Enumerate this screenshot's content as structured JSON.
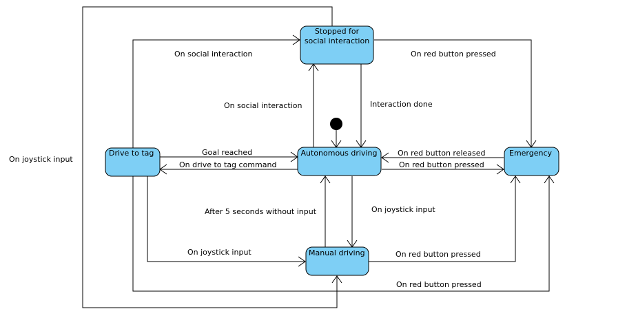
{
  "diagram": {
    "state_fill": "#7ecff5",
    "states": {
      "stopped": {
        "line1": "Stopped for",
        "line2": "social interaction"
      },
      "drive_to_tag": "Drive to tag",
      "autonomous": "Autonomous driving",
      "emergency": "Emergency",
      "manual": "Manual driving"
    },
    "transitions": {
      "drive_to_stopped": "On social interaction",
      "auto_to_stopped": "On social interaction",
      "stopped_to_auto": "Interaction done",
      "stopped_to_emergency": "On red button pressed",
      "drive_to_auto": "Goal reached",
      "auto_to_drive": "On drive to tag command",
      "emergency_to_auto": "On red button released",
      "auto_to_emergency": "On red button pressed",
      "manual_to_auto": "After 5 seconds without input",
      "auto_to_manual": "On joystick input",
      "drive_to_manual": "On joystick input",
      "manual_to_emergency": "On red button pressed",
      "drive_to_emergency": "On red button pressed",
      "stopped_to_manual": "On joystick input"
    }
  }
}
